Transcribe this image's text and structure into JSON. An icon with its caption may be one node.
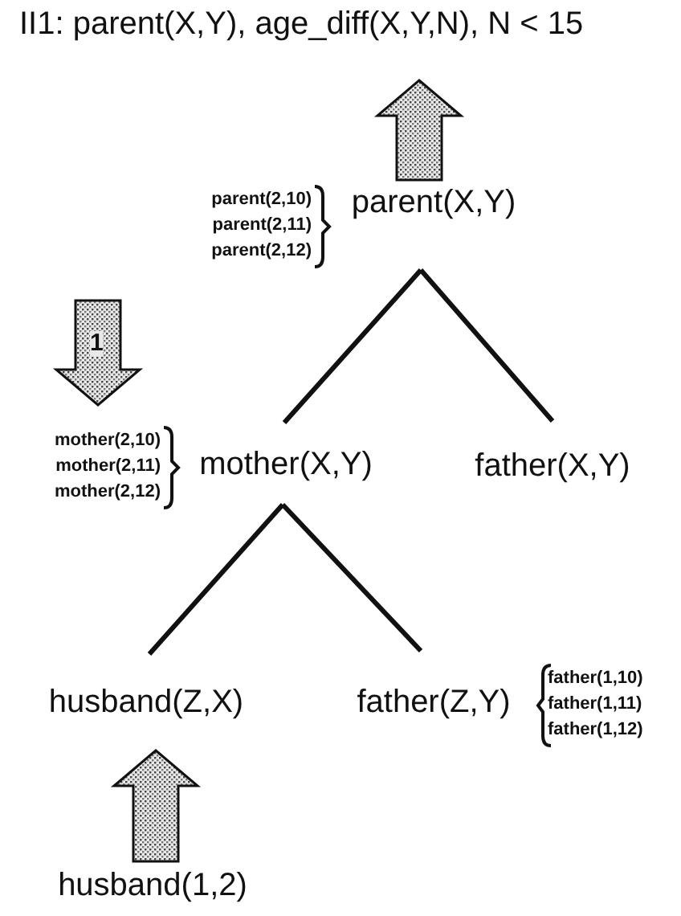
{
  "diagram": {
    "title": "II1: parent(X,Y), age_diff(X,Y,N), N < 15",
    "nodes": [
      {
        "text": [
          "parent(X,Y)"
        ],
        "beside": [
          "parent(2,10)",
          "parent(2,11)",
          "parent(2,12)"
        ]
      },
      {
        "text": [
          "mother(X,Y)"
        ],
        "beside": [
          "mother(2,10)",
          "mother(2,11)",
          "mother(2,12)"
        ]
      },
      {
        "text": [
          "father(X,Y)"
        ]
      },
      {
        "text": [
          "husband(Z,X)"
        ]
      },
      {
        "text": [
          "father(Z,Y)"
        ],
        "beside": [
          "father(1,10)",
          "father(1,11)",
          "father(1,12)"
        ]
      },
      {
        "text": [
          "husband(1,2)"
        ]
      }
    ],
    "edges": [
      {
        "from": 0,
        "to": 1,
        "arrow": "none"
      },
      {
        "from": 0,
        "to": 2,
        "arrow": "none"
      },
      {
        "from": 1,
        "to": 3,
        "arrow": "none"
      },
      {
        "from": 1,
        "to": 4,
        "arrow": "none"
      },
      {
        "from": 5,
        "to": 3,
        "arrow": "to",
        "style": "thick"
      },
      {
        "from": 0,
        "to": null,
        "arrow": "to",
        "style": "thick"
      }
    ],
    "labels": [
      "1"
    ]
  }
}
